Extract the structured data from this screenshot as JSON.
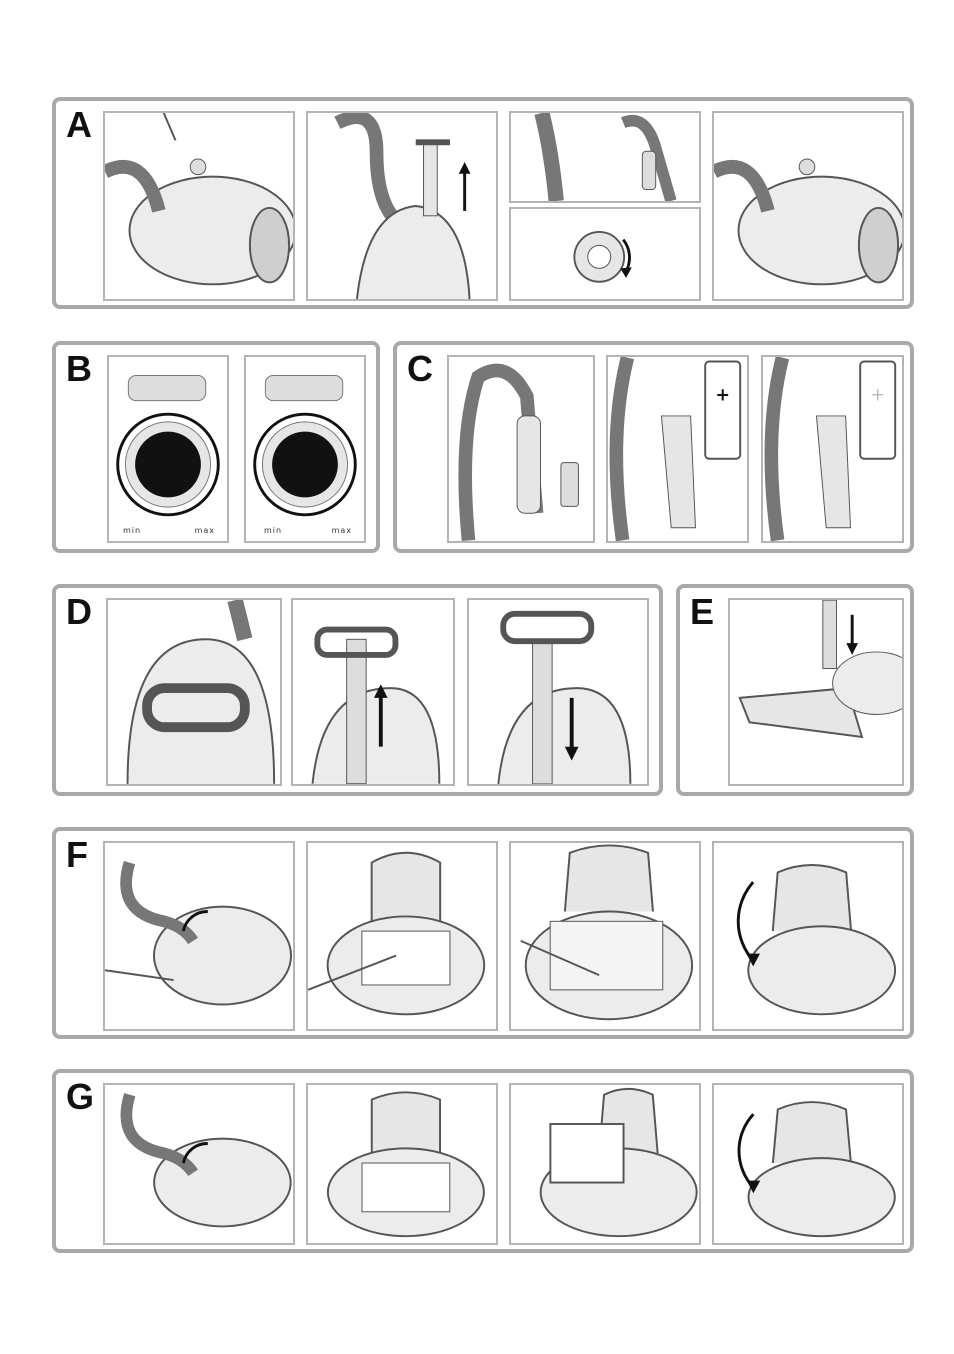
{
  "sections": {
    "A": {
      "letter": "A"
    },
    "B": {
      "letter": "B",
      "dial_left": {
        "min": "min",
        "max": "max"
      },
      "dial_right": {
        "min": "min",
        "max": "max"
      }
    },
    "C": {
      "letter": "C",
      "remote_plus": "+"
    },
    "D": {
      "letter": "D"
    },
    "E": {
      "letter": "E"
    },
    "F": {
      "letter": "F"
    },
    "G": {
      "letter": "G"
    }
  },
  "icons": [
    "vacuum-cleaner-illustration",
    "arrow-icon",
    "power-dial-icon",
    "remote-control-icon"
  ],
  "colors": {
    "border": "#a9a9a9",
    "panel_border": "#b4b4b4",
    "line_art": "#555555",
    "fill_light": "#e6e6e6"
  }
}
